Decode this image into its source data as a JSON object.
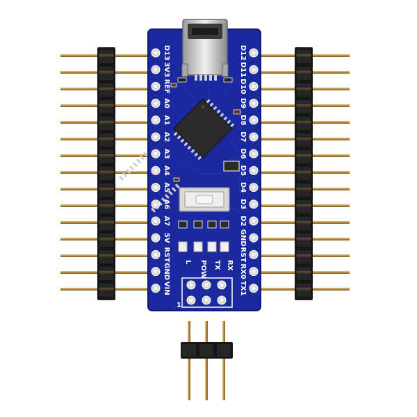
{
  "board": {
    "name": "Arduino Nano compatible board",
    "colors": {
      "pcb": "#1a2a9e",
      "silkscreen": "#ffffff",
      "pin_plating": "#d8d8d8",
      "header_plastic": "#1b1b1b",
      "header_pin": "#c9a35a",
      "chip": "#2a2a2a",
      "usb_shell": "#c8c8c8"
    },
    "left_labels": [
      "D13",
      "3V3",
      "REF",
      "A0",
      "A1",
      "A2",
      "A3",
      "A4",
      "A5",
      "A6",
      "A7",
      "5V",
      "RST",
      "GND",
      "VIN"
    ],
    "right_labels": [
      "D12",
      "D11",
      "D10",
      "D9",
      "D8",
      "D7",
      "D6",
      "D5",
      "D4",
      "D3",
      "D2",
      "GND",
      "RST",
      "RX0",
      "TX1"
    ],
    "led_labels": [
      "L",
      "POW",
      "TX",
      "RX"
    ],
    "icsp_marker": "1"
  },
  "headers": {
    "left_pin_count": 15,
    "right_pin_count": 15,
    "icsp_pin_count": 3
  }
}
